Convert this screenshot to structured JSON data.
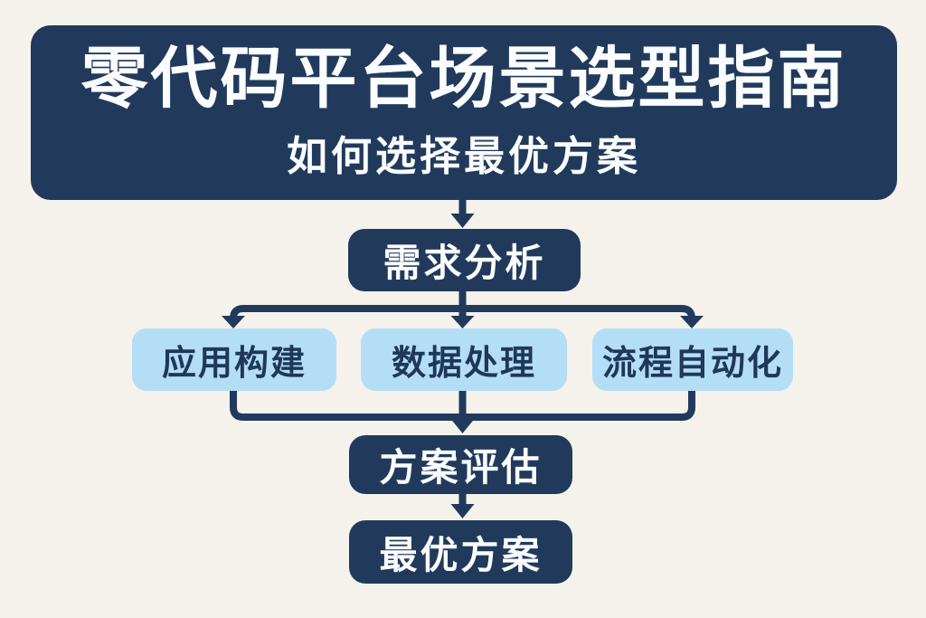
{
  "colors": {
    "background": "#f5f2ec",
    "node_dark": "#213a5c",
    "node_light": "#b4def6",
    "text_light": "#fafcfd",
    "text_dark": "#1f3858"
  },
  "header": {
    "title": "零代码平台场景选型指南",
    "subtitle": "如何选择最优方案"
  },
  "flowchart": {
    "nodes": [
      {
        "id": "needs",
        "label": "需求分析",
        "type": "dark"
      },
      {
        "id": "app",
        "label": "应用构建",
        "type": "light"
      },
      {
        "id": "data",
        "label": "数据处理",
        "type": "light"
      },
      {
        "id": "process",
        "label": "流程自动化",
        "type": "light"
      },
      {
        "id": "eval",
        "label": "方案评估",
        "type": "dark"
      },
      {
        "id": "best",
        "label": "最优方案",
        "type": "dark"
      }
    ],
    "edges": [
      {
        "from": "header",
        "to": "needs"
      },
      {
        "from": "needs",
        "to": "app"
      },
      {
        "from": "needs",
        "to": "data"
      },
      {
        "from": "needs",
        "to": "process"
      },
      {
        "from": "app",
        "to": "eval"
      },
      {
        "from": "data",
        "to": "eval"
      },
      {
        "from": "process",
        "to": "eval"
      },
      {
        "from": "eval",
        "to": "best"
      }
    ]
  }
}
